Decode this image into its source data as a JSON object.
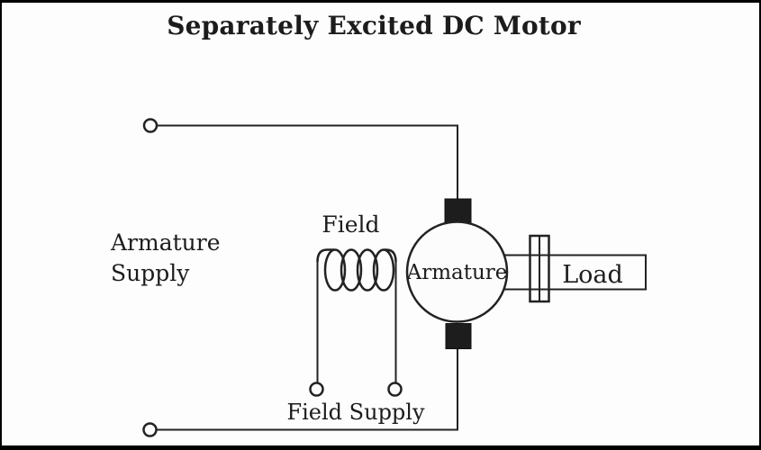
{
  "title": "Separately Excited DC Motor",
  "diagram": {
    "type": "circuit-diagram",
    "labels": {
      "armature_supply": "Armature Supply",
      "field": "Field",
      "field_supply": "Field Supply",
      "armature": "Armature",
      "load": "Load"
    }
  },
  "colors": {
    "background": "#fdfdfd",
    "line": "#222222",
    "text": "#1c1c1c",
    "brush_fill": "#1d1d1d",
    "frame_border": "#000000"
  }
}
